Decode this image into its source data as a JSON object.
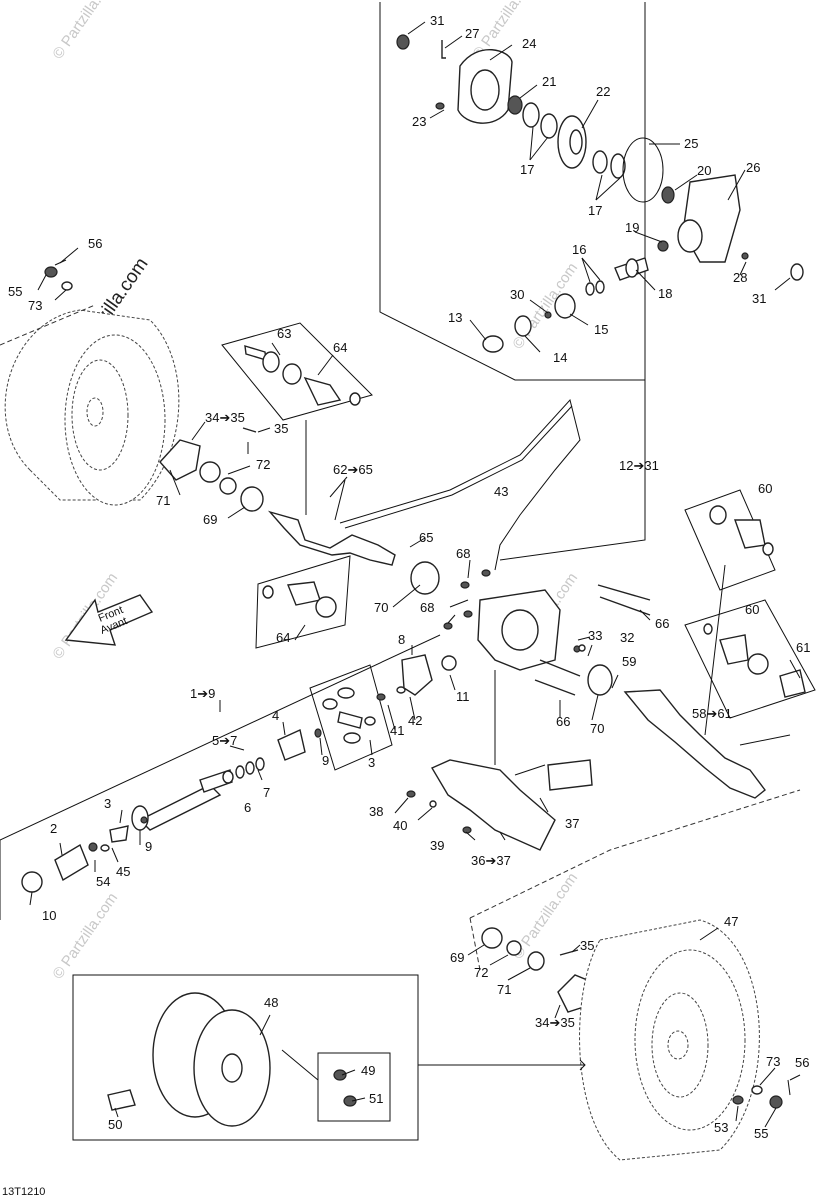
{
  "callouts": {
    "c31a": "31",
    "c27": "27",
    "c24": "24",
    "c21": "21",
    "c22": "22",
    "c23": "23",
    "c17a": "17",
    "c25": "25",
    "c17b": "17",
    "c20": "20",
    "c26": "26",
    "c19": "19",
    "c16": "16",
    "c28": "28",
    "c30": "30",
    "c18": "18",
    "c31b": "31",
    "c13": "13",
    "c15": "15",
    "c14": "14",
    "c56a": "56",
    "c55a": "55",
    "c73a": "73",
    "c63": "63",
    "c64a": "64",
    "c3435a": "34➔35",
    "c35a": "35",
    "c72a": "72",
    "c6265": "62➔65",
    "c1231": "12➔31",
    "c71a": "71",
    "c69a": "69",
    "c43": "43",
    "c60a": "60",
    "c65": "65",
    "c68a": "68",
    "c70a": "70",
    "c68b": "68",
    "c64b": "64",
    "c66a": "66",
    "c60b": "60",
    "c33": "33",
    "c32": "32",
    "c61": "61",
    "c8": "8",
    "c59": "59",
    "c11": "11",
    "c19_9": "1➔9",
    "c4": "4",
    "c41": "41",
    "c42": "42",
    "c66b": "66",
    "c70b": "70",
    "c5861": "58➔61",
    "c57": "5➔7",
    "c9a": "9",
    "c3a": "3",
    "c7": "7",
    "c6": "6",
    "c38": "38",
    "c37": "37",
    "c40": "40",
    "c3b": "3",
    "c2": "2",
    "c9b": "9",
    "c39": "39",
    "c3637": "36➔37",
    "c45": "45",
    "c54": "54",
    "c10": "10",
    "c47": "47",
    "c35b": "35",
    "c69b": "69",
    "c72b": "72",
    "c71b": "71",
    "c3435b": "34➔35",
    "c48": "48",
    "c49": "49",
    "c51": "51",
    "c73b": "73",
    "c56b": "56",
    "c50": "50",
    "c53": "53",
    "c55b": "55"
  },
  "front_arrow": {
    "line1": "Front",
    "line2": "Avant"
  },
  "watermark": {
    "text": "© Partzilla.com"
  },
  "figure_code": "13T1210"
}
